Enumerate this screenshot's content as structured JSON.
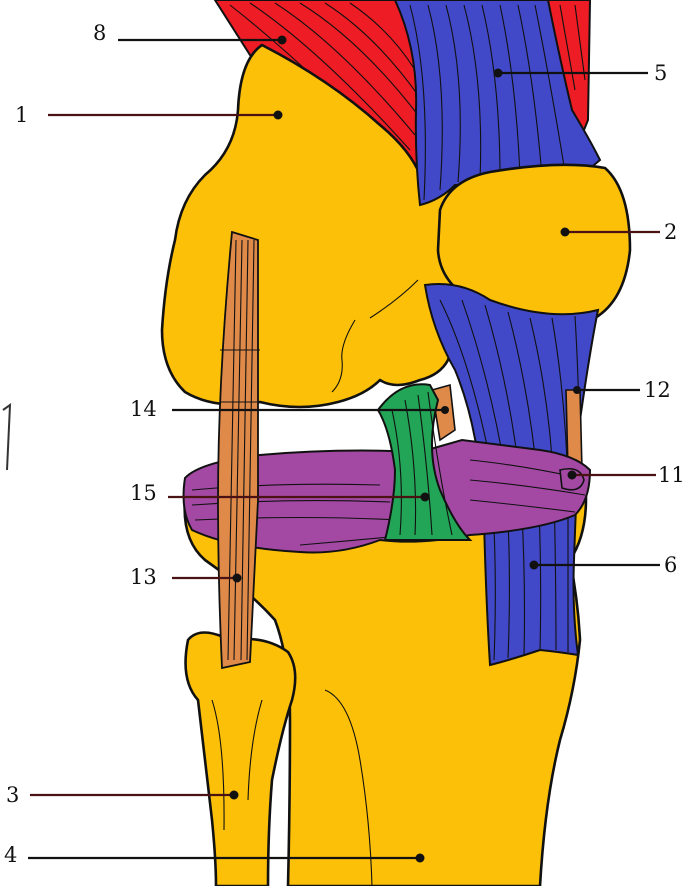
{
  "figure": {
    "labels": [
      {
        "id": "l1",
        "text": "1"
      },
      {
        "id": "l2",
        "text": "2"
      },
      {
        "id": "l3",
        "text": "3"
      },
      {
        "id": "l4",
        "text": "4"
      },
      {
        "id": "l5",
        "text": "5"
      },
      {
        "id": "l6",
        "text": "6"
      },
      {
        "id": "l8",
        "text": "8"
      },
      {
        "id": "l11",
        "text": "11"
      },
      {
        "id": "l12",
        "text": "12"
      },
      {
        "id": "l13",
        "text": "13"
      },
      {
        "id": "l14",
        "text": "14"
      },
      {
        "id": "l15",
        "text": "15"
      }
    ]
  },
  "colors": {
    "bone": "#FDC008",
    "quadriceps_muscle": "#EE1C24",
    "tendon_ligament_blue": "#4149C8",
    "meniscus": "#A349A4",
    "cruciate_ligament": "#22A556",
    "collateral_ligament": "#E08A4A",
    "outline": "#111111"
  }
}
